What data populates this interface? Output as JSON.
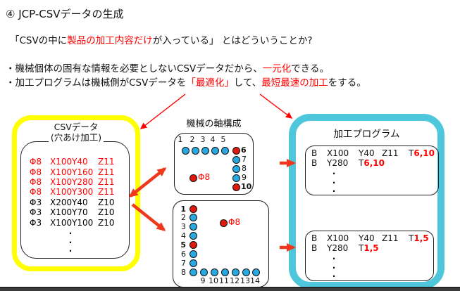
{
  "page": {
    "title": "④ JCP-CSVデータの生成",
    "question": {
      "pre": "「CSVの中に",
      "red": "製品の加工内容だけ",
      "post": "が入っている」 とはどういうことか?"
    },
    "bullet1": {
      "pre": "・機械個体の固有な情報を必要としないCSVデータだから、",
      "red": "一元化",
      "post": "できる。"
    },
    "bullet2": {
      "pre": "・加工プログラムは機械側がCSVデータを",
      "red1": "「最適化」",
      "mid": "して、",
      "red2": "最短最速の加工",
      "post": "をする。"
    }
  },
  "csv_box": {
    "title1": "CSVデータ",
    "title2": "(穴あけ加工)",
    "rows": [
      {
        "d": "Φ8",
        "x": "X100",
        "y": "Y40",
        "z": "Z11"
      },
      {
        "d": "Φ8",
        "x": "X100",
        "y": "Y160",
        "z": "Z11"
      },
      {
        "d": "Φ8",
        "x": "X100",
        "y": "Y280",
        "z": "Z11"
      },
      {
        "d": "Φ8",
        "x": "X100",
        "y": "Y300",
        "z": "Z11"
      },
      {
        "d": "Φ3",
        "x": "X200",
        "y": "Y40",
        "z": "Z10"
      },
      {
        "d": "Φ3",
        "x": "X100",
        "y": "Y70",
        "z": "Z10"
      },
      {
        "d": "Φ3",
        "x": "X100",
        "y": "Y100",
        "z": "Z10"
      }
    ],
    "dot": "."
  },
  "machine": {
    "label": "機械の軸構成",
    "phi": "Φ8",
    "top_h": [
      "1",
      "2",
      "3",
      "4",
      "5",
      "6"
    ],
    "top_v": [
      "7",
      "8",
      "9",
      "10"
    ],
    "bottom_v": [
      "1",
      "2",
      "3",
      "4",
      "5",
      "6",
      "7",
      "8"
    ],
    "bottom_h": [
      "9",
      "10",
      "11",
      "12",
      "13",
      "14"
    ]
  },
  "program": {
    "title": "加工プログラム",
    "blocks": [
      {
        "l1": {
          "b": "B",
          "x": "X100",
          "y": "Y40",
          "z": "Z11",
          "t": "T",
          "tv": "6,10"
        },
        "l2": {
          "b": "B",
          "y": "Y280",
          "t": "T",
          "tv": "6,10"
        }
      },
      {
        "l1": {
          "b": "B",
          "x": "X100",
          "y": "Y40",
          "z": "Z11",
          "t": "T",
          "tv": "1,5"
        },
        "l2": {
          "b": "B",
          "y": "Y280",
          "t": "T",
          "tv": "1,5"
        }
      }
    ],
    "dot": "."
  },
  "colors": {
    "highlight_red": "#ff0000",
    "thick_arrow": "#f0391c",
    "thin_arrow": "#ff0000",
    "csv_box_border": "#ffff00",
    "program_box_border": "#4ec7dc",
    "axis_dot_blue": "#29a9e1",
    "axis_dot_red": "#e1180d",
    "bottom_bar": "#3b3b3b"
  }
}
